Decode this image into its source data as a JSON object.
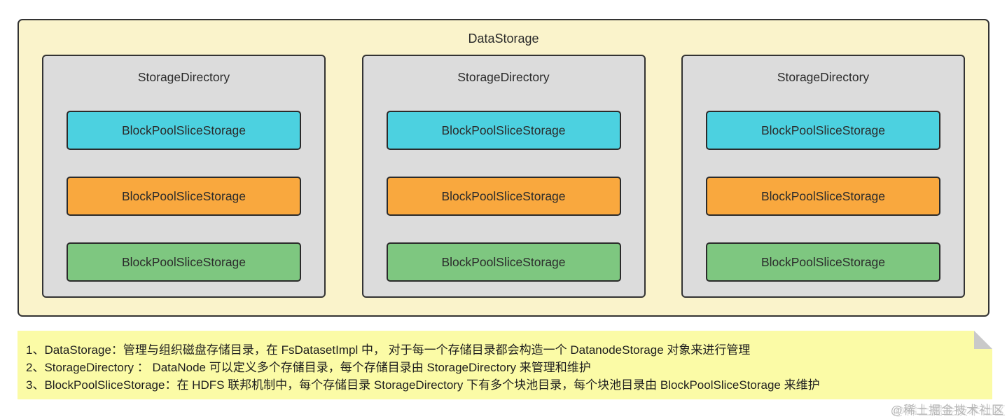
{
  "diagram": {
    "title": "DataStorage",
    "columns": [
      {
        "title": "StorageDirectory",
        "blocks": [
          {
            "label": "BlockPoolSliceStorage",
            "color": "#4cd1e0"
          },
          {
            "label": "BlockPoolSliceStorage",
            "color": "#f9a83e"
          },
          {
            "label": "BlockPoolSliceStorage",
            "color": "#7ec780"
          }
        ]
      },
      {
        "title": "StorageDirectory",
        "blocks": [
          {
            "label": "BlockPoolSliceStorage",
            "color": "#4cd1e0"
          },
          {
            "label": "BlockPoolSliceStorage",
            "color": "#f9a83e"
          },
          {
            "label": "BlockPoolSliceStorage",
            "color": "#7ec780"
          }
        ]
      },
      {
        "title": "StorageDirectory",
        "blocks": [
          {
            "label": "BlockPoolSliceStorage",
            "color": "#4cd1e0"
          },
          {
            "label": "BlockPoolSliceStorage",
            "color": "#f9a83e"
          },
          {
            "label": "BlockPoolSliceStorage",
            "color": "#7ec780"
          }
        ]
      }
    ]
  },
  "note": {
    "lines": [
      "1、DataStorage：管理与组织磁盘存储目录，在 FsDatasetImpl 中， 对于每一个存储目录都会构造一个 DatanodeStorage 对象来进行管理",
      "2、StorageDirectory ： DataNode 可以定义多个存储目录，每个存储目录由 StorageDirectory 来管理和维护",
      "3、BlockPoolSliceStorage：在 HDFS 联邦机制中，每个存储目录 StorageDirectory 下有多个块池目录，每个块池目录由 BlockPoolSliceStorage 来维护"
    ]
  },
  "watermark": "@稀土掘金技术社区",
  "colors": {
    "outer_bg": "#faf3cb",
    "card_bg": "#dcdcdc",
    "note_bg": "#fbfba6",
    "border": "#333333",
    "block_cyan": "#4cd1e0",
    "block_orange": "#f9a83e",
    "block_green": "#7ec780"
  }
}
